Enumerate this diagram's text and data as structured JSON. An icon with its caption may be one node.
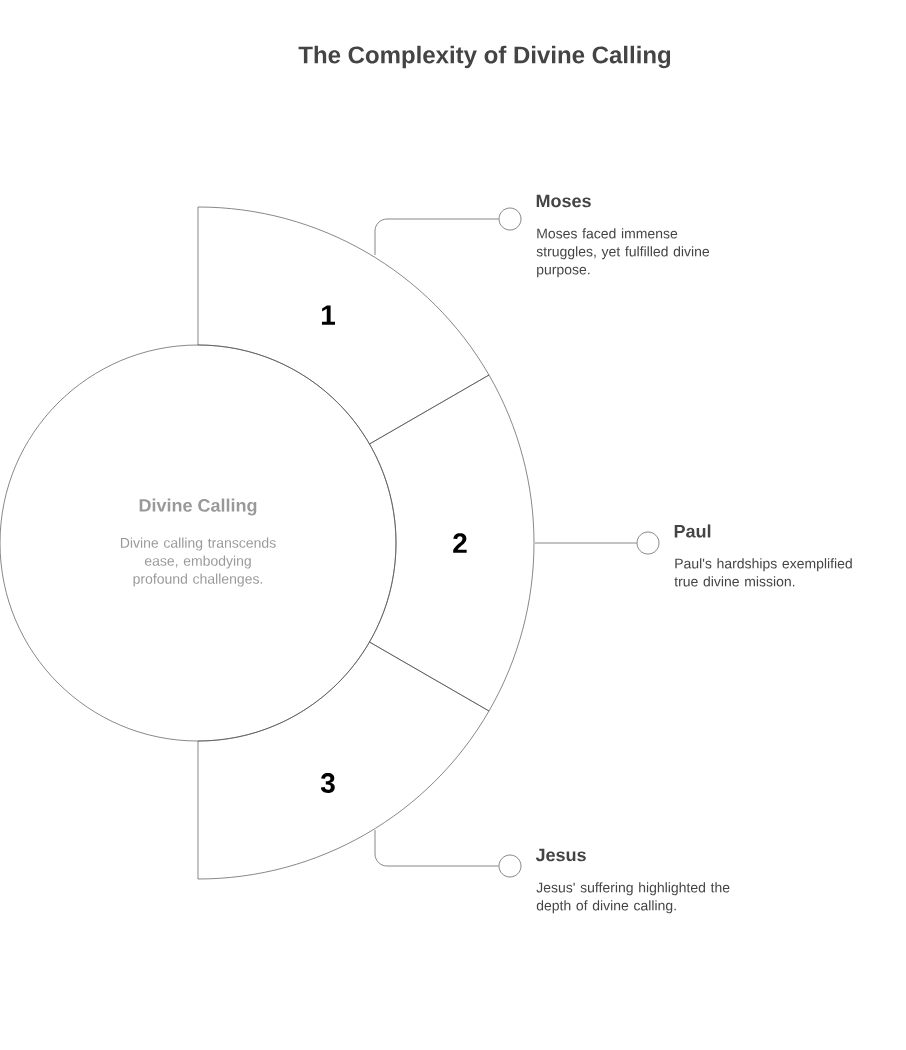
{
  "diagram": {
    "title": "The Complexity of Divine Calling",
    "nodes": [
      {
        "text": [
          "Divine Calling",
          "Divine calling transcends ease, embodying profound challenges."
        ]
      },
      {
        "text": [
          "1"
        ]
      },
      {
        "text": [
          "2"
        ]
      },
      {
        "text": [
          "3"
        ]
      },
      {
        "text": [],
        "shape": "circle",
        "beside": [
          "Moses",
          "Moses faced immense struggles, yet fulfilled divine purpose."
        ]
      },
      {
        "text": [],
        "shape": "circle",
        "beside": [
          "Paul",
          "Paul's hardships exemplified true divine mission."
        ]
      },
      {
        "text": [],
        "shape": "circle",
        "beside": [
          "Jesus",
          "Jesus' suffering highlighted the depth of divine calling."
        ]
      }
    ],
    "edges": [
      {
        "from": 1,
        "to": 4,
        "arrow": "none"
      },
      {
        "from": 2,
        "to": 5,
        "arrow": "none"
      },
      {
        "from": 3,
        "to": 6,
        "arrow": "none"
      }
    ]
  }
}
